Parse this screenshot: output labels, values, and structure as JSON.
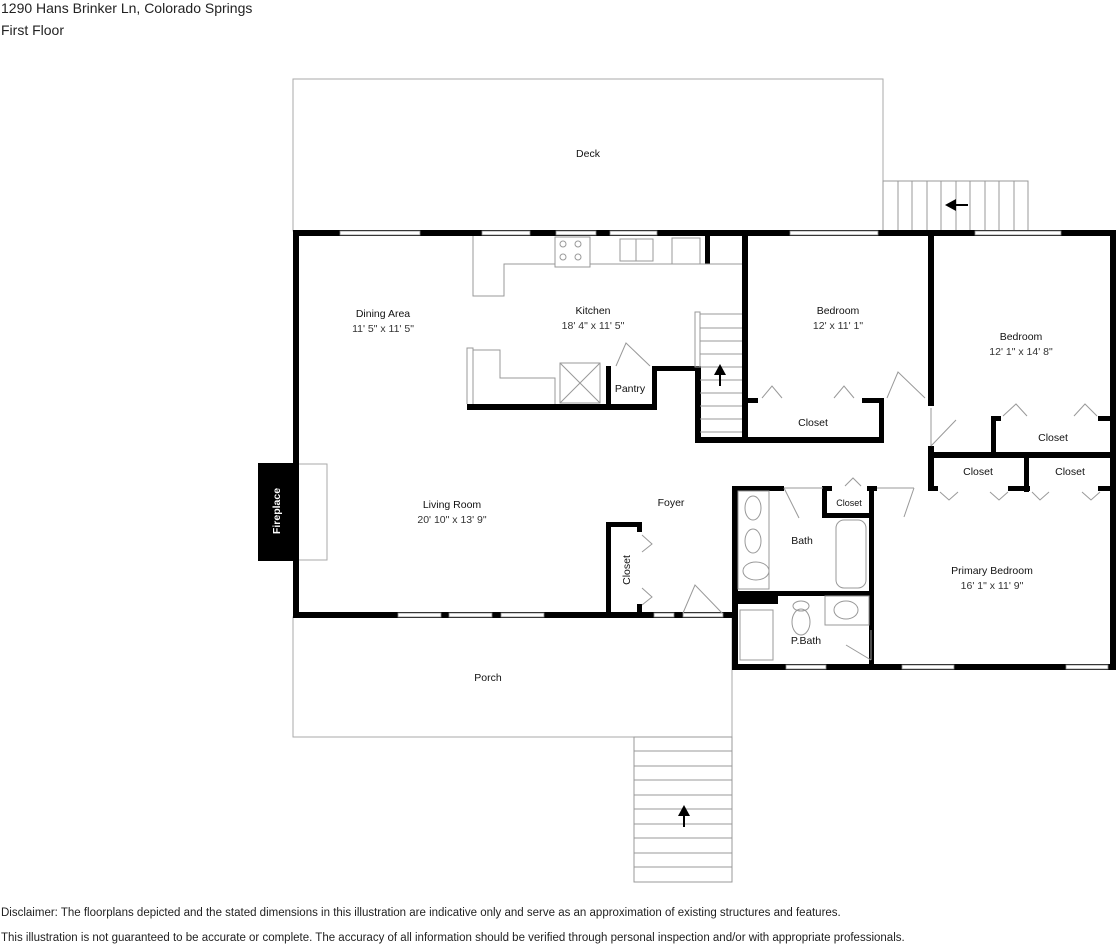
{
  "header": {
    "address": "1290 Hans Brinker Ln, Colorado Springs",
    "floor": "First Floor"
  },
  "rooms": {
    "deck": {
      "label": "Deck"
    },
    "dining": {
      "label": "Dining Area",
      "dims": "11' 5\" x 11' 5\""
    },
    "kitchen": {
      "label": "Kitchen",
      "dims": "18' 4\" x 11' 5\""
    },
    "pantry": {
      "label": "Pantry"
    },
    "bedroom1": {
      "label": "Bedroom",
      "dims": "12' x 11' 1\""
    },
    "bedroom1_closet": {
      "label": "Closet"
    },
    "bedroom2": {
      "label": "Bedroom",
      "dims": "12' 1\" x 14' 8\""
    },
    "bedroom2_closet": {
      "label": "Closet"
    },
    "primary_closet_1": {
      "label": "Closet"
    },
    "primary_closet_2": {
      "label": "Closet"
    },
    "living": {
      "label": "Living Room",
      "dims": "20' 10\" x 13' 9\""
    },
    "fireplace": {
      "label": "Fireplace"
    },
    "foyer": {
      "label": "Foyer"
    },
    "foyer_closet": {
      "label": "Closet"
    },
    "bath": {
      "label": "Bath"
    },
    "hall_closet": {
      "label": "Closet"
    },
    "pbath": {
      "label": "P.Bath"
    },
    "primary": {
      "label": "Primary Bedroom",
      "dims": "16' 1\" x 11' 9\""
    },
    "porch": {
      "label": "Porch"
    }
  },
  "stairs": {
    "deck_stairs": {
      "direction": "left"
    },
    "interior_stairs": {
      "direction": "up"
    },
    "porch_stairs": {
      "direction": "up"
    }
  },
  "colors": {
    "wall": "#000000",
    "outline": "#999999",
    "background": "#ffffff"
  },
  "disclaimer": {
    "line1": "Disclaimer: The floorplans depicted and the stated dimensions in this illustration are indicative only and serve as an approximation of existing structures and features.",
    "line2": "This illustration is not guaranteed to be accurate or complete. The accuracy of all information should be verified through personal inspection and/or with appropriate professionals."
  }
}
